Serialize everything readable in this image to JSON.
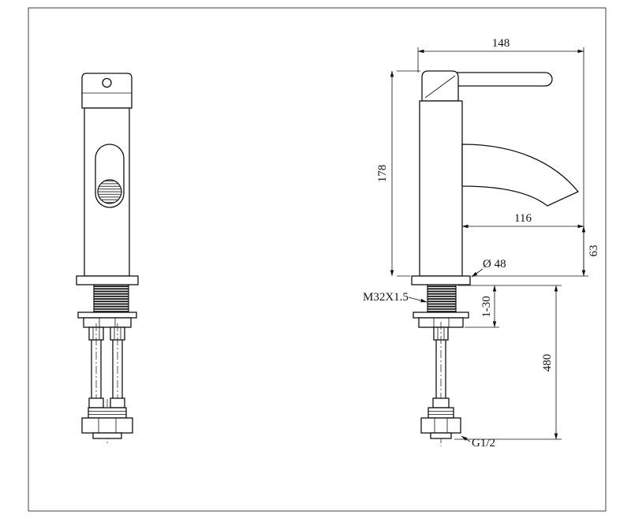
{
  "sheet": {
    "background": "#ffffff",
    "line_color": "#111111"
  },
  "dimensions": {
    "overall_width": "148",
    "body_height": "178",
    "spout_reach": "116",
    "outlet_height": "63",
    "base_diameter": "Ø 48",
    "mounting_thread": "M32X1.5",
    "deck_clamp_range": "1-30",
    "hose_length": "480",
    "hose_thread": "G1/2"
  }
}
